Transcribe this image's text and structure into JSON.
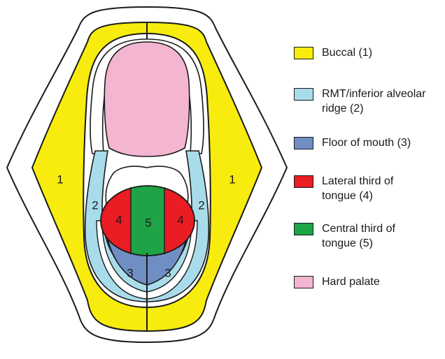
{
  "legend": [
    {
      "label": "Buccal (1)",
      "color": "#f7ec0e"
    },
    {
      "label": "RMT/inferior alveolar ridge (2)",
      "color": "#a9dcea"
    },
    {
      "label": "Floor of mouth (3)",
      "color": "#6f8fc4"
    },
    {
      "label": "Lateral third of tongue (4)",
      "color": "#ea1c24"
    },
    {
      "label": "Central third of tongue (5)",
      "color": "#1ea446"
    },
    {
      "label": "Hard palate",
      "color": "#f3b5cf"
    }
  ],
  "region_labels": {
    "buccal_left": "1",
    "buccal_right": "1",
    "rmt_left": "2",
    "rmt_right": "2",
    "floor_left": "3",
    "floor_right": "3",
    "lateral_left": "4",
    "lateral_right": "4",
    "central": "5"
  }
}
